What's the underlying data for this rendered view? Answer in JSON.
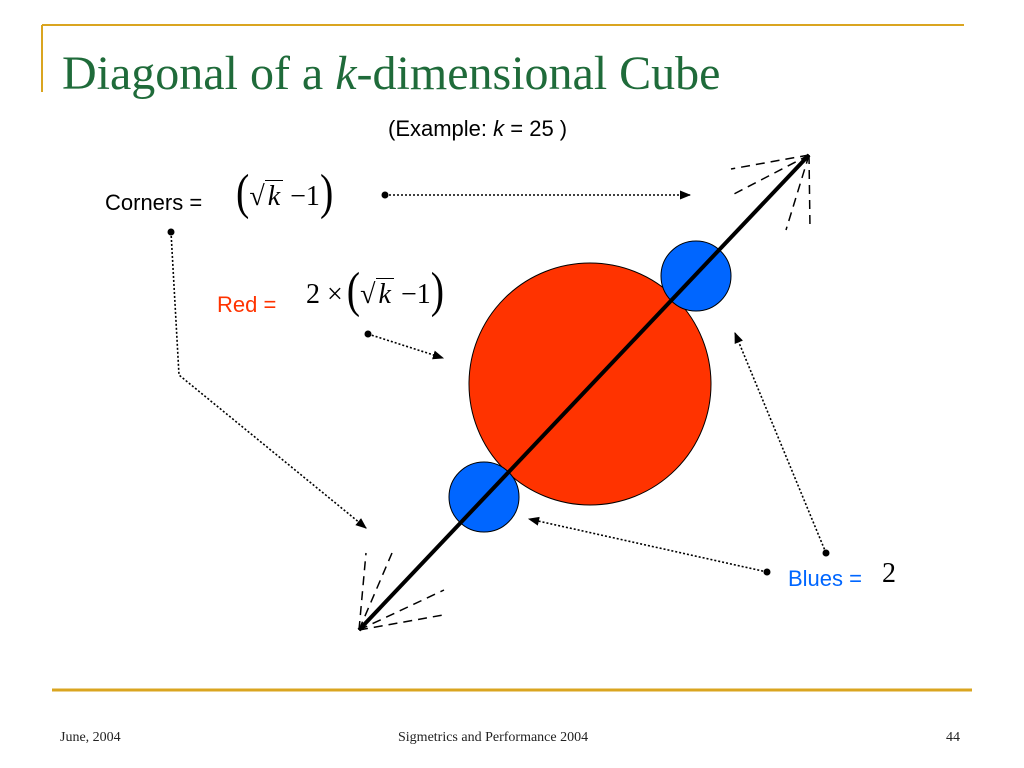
{
  "title": {
    "part1": "Diagonal of a ",
    "var": "k",
    "part2": "-dimensional Cube"
  },
  "subtitle": {
    "prefix": "(Example:  ",
    "var": "k",
    "suffix": " = 25 )"
  },
  "labels": {
    "corners": "Corners =",
    "red": "Red =",
    "blues": "Blues ="
  },
  "formulas": {
    "corners": {
      "open": "(",
      "radical": "√",
      "var": "k",
      "minus_one": " −1",
      "close": ")"
    },
    "red": {
      "factor": "2 ×",
      "open": "(",
      "radical": "√",
      "var": "k",
      "minus_one": " −1",
      "close": ")"
    },
    "blues": {
      "value": "2"
    }
  },
  "footer": {
    "date": "June, 2004",
    "conference": "Sigmetrics and Performance 2004",
    "page": "44"
  },
  "colors": {
    "title": "#1f6b3a",
    "accent_rule": "#daa520",
    "red_fill": "#ff3300",
    "blue_fill": "#0066ff",
    "red_label": "#ff3300",
    "blue_label": "#0066ff"
  }
}
